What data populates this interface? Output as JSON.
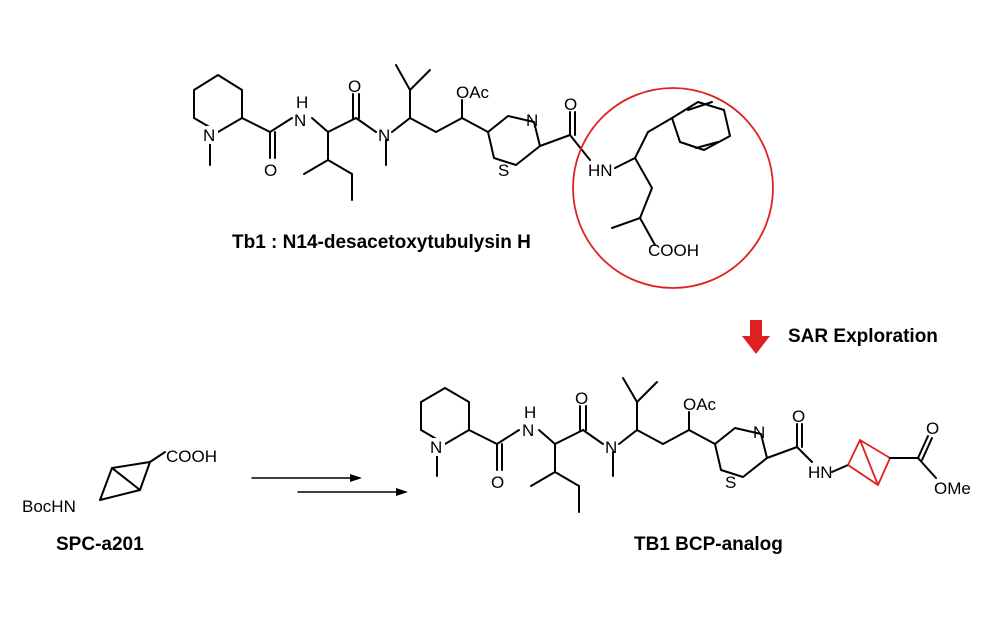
{
  "top_molecule": {
    "caption": "Tb1 : N14-desacetoxytubulysin H",
    "atoms": {
      "n_pip": "N",
      "nh_amide1": "H",
      "nh_amide1_n": "N",
      "o1": "O",
      "o2": "O",
      "n_methyl": "N",
      "oac": "OAc",
      "thiazole_n": "N",
      "thiazole_s": "S",
      "o3": "O",
      "hn": "HN",
      "cooh": "COOH"
    }
  },
  "arrow_label": "SAR Exploration",
  "building_block": {
    "caption": "SPC-a201",
    "cooh": "COOH",
    "bochn": "BocHN"
  },
  "bottom_molecule": {
    "caption": "TB1 BCP-analog",
    "atoms": {
      "n_pip": "N",
      "nh_amide1": "H",
      "nh_amide1_n": "N",
      "o1": "O",
      "o2": "O",
      "n_methyl": "N",
      "oac": "OAc",
      "thiazole_n": "N",
      "thiazole_s": "S",
      "o3": "O",
      "hn": "HN",
      "o_ester": "O",
      "ome": "OMe"
    }
  },
  "colors": {
    "highlight": "#e02020",
    "bond": "#000000"
  }
}
